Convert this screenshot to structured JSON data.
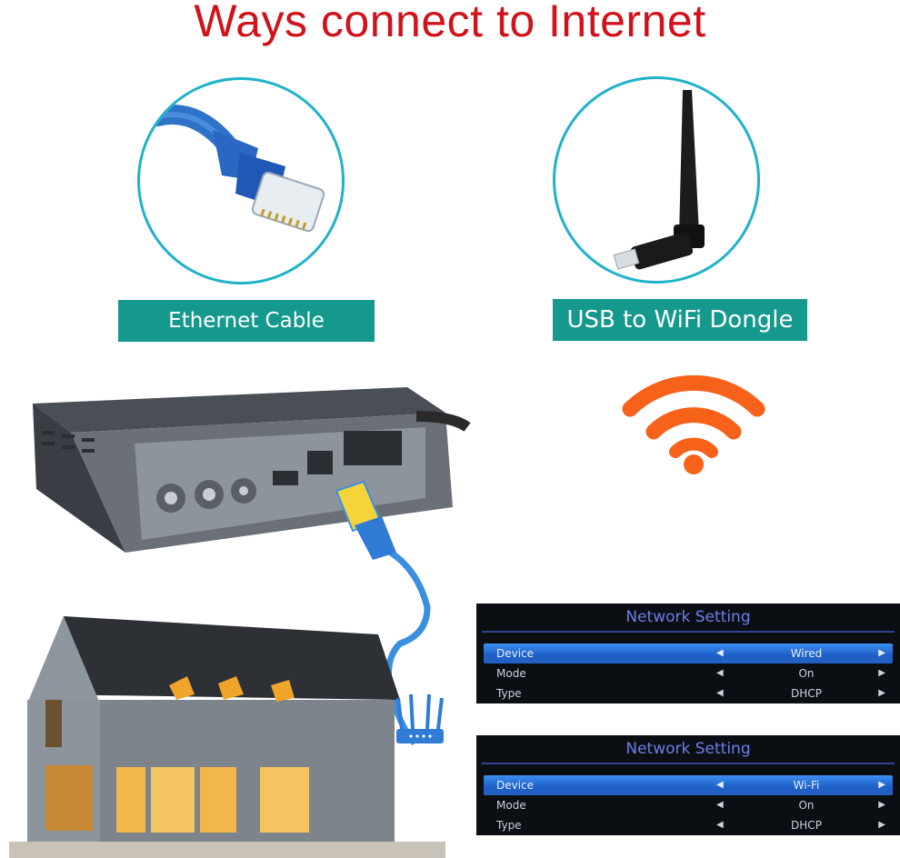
{
  "title": "Ways connect to Internet",
  "labels": {
    "ethernet": "Ethernet Cable",
    "wifi": "USB to WiFi Dongle"
  },
  "colors": {
    "title_red": "#d0121b",
    "teal": "#14998c",
    "circle_border": "#1fb2c9",
    "wifi_orange": "#f7621b",
    "menu_blue": "#2a6fd8"
  },
  "panels": [
    {
      "title": "Network Setting",
      "rows": [
        {
          "label": "Device",
          "value": "Wired",
          "selected": true
        },
        {
          "label": "Mode",
          "value": "On",
          "selected": false
        },
        {
          "label": "Type",
          "value": "DHCP",
          "selected": false
        }
      ]
    },
    {
      "title": "Network Setting",
      "rows": [
        {
          "label": "Device",
          "value": "Wi-Fi",
          "selected": true
        },
        {
          "label": "Mode",
          "value": "On",
          "selected": false
        },
        {
          "label": "Type",
          "value": "DHCP",
          "selected": false
        }
      ]
    }
  ],
  "icons": {
    "arrow_left": "◀",
    "arrow_right": "▶"
  }
}
